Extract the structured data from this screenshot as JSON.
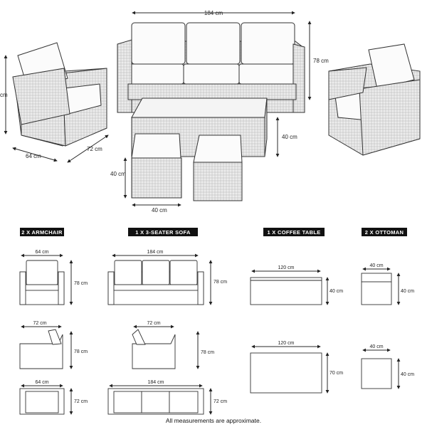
{
  "hero": {
    "sofa_width": "184 cm",
    "sofa_height": "78 cm",
    "armchair_height": "cm",
    "armchair_width": "64 cm",
    "armchair_depth": "72 cm",
    "table_height": "40 cm",
    "ottoman_height": "40 cm",
    "ottoman_width": "40 cm"
  },
  "sections": {
    "armchair": {
      "title": "2 X ARMCHAIR",
      "front_width": "64 cm",
      "front_height": "78 cm",
      "side_depth": "72 cm",
      "side_height": "78 cm",
      "top_width": "64 cm",
      "top_depth": "72 cm"
    },
    "sofa": {
      "title": "1 X 3-SEATER SOFA",
      "front_width": "184 cm",
      "front_height": "78 cm",
      "side_depth": "72 cm",
      "side_height": "78 cm",
      "top_width": "184 cm",
      "top_depth": "72 cm"
    },
    "table": {
      "title": "1 X COFFEE TABLE",
      "front_width": "120 cm",
      "front_height": "40 cm",
      "top_width": "120 cm",
      "top_depth": "70 cm"
    },
    "ottoman": {
      "title": "2 X OTTOMAN",
      "front_width": "40 cm",
      "front_height": "40 cm",
      "top_width": "40 cm",
      "top_depth": "40 cm"
    }
  },
  "footer": {
    "note": "All measurements are approximate."
  },
  "colors": {
    "header_bg": "#111111",
    "line": "#2a2a2a",
    "wicker": "#e9e9e9"
  }
}
